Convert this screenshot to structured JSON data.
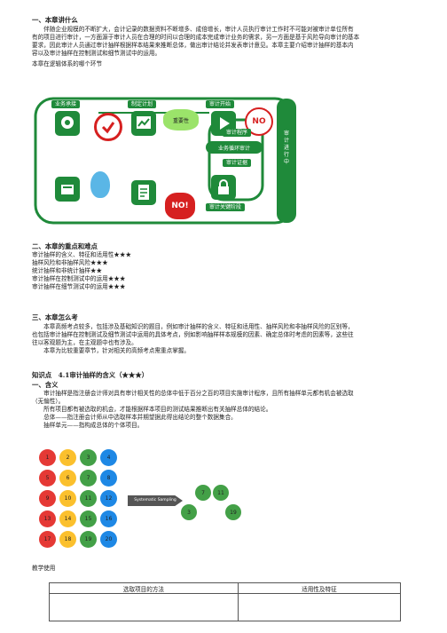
{
  "section1": {
    "heading": "一、本章讲什么",
    "lines": [
      "　　伴随企业规模的不断扩大，会计记录的数据资料不断增多、成倍增长，审计人员执行审计工作时不可能对被审计单位所有",
      "有的项目进行审计，一方面源于审计人员在合理的时间以合理的成本完成审计业务的需求，另一方面是基于风险导向审计的基本",
      "要求，因此审计人员通过审计抽样根据样本结果来推断总体，做出审计结论并发表审计意见。本章主要介绍审计抽样的基本内",
      "容以及审计抽样在控制测试和细节测试中的运用。"
    ],
    "diagram_caption": "本章在逻辑体系的哪个环节"
  },
  "diagram": {
    "labels": {
      "acceptance": "业务承接",
      "planning": "制定计划",
      "materiality": "重要性",
      "audit_start": "审计开始",
      "audit_procedures": "审计程序",
      "business_cycle": "业务循环审计",
      "audit_evidence": "审计证据",
      "key_phase": "审计关键阶段",
      "audit_in_progress": "审计进行中",
      "no_top": "NO",
      "no_bottom": "NO!"
    },
    "colors": {
      "green": "#1f8a3a",
      "red": "#d62020",
      "light_green": "#4caf50"
    }
  },
  "section2": {
    "heading": "二、本章的重点和难点",
    "items": [
      "审计抽样的含义、特征和适用性★★★",
      "抽样风险和非抽样风险★★★",
      "统计抽样和非统计抽样★★",
      "审计抽样在控制测试中的运用★★★",
      "审计抽样在细节测试中的运用★★★"
    ]
  },
  "section3": {
    "heading": "三、本章怎么考",
    "lines": [
      "　　本章高频考点较多，包括涉及基础知识的题目，例如审计抽样的含义、特征和适用性、抽样风险和非抽样风险的区别等，",
      "也包括审计抽样在控制测试及细节测试中运用的具体考点，例如影响抽样样本规模的因素、确定总体时考虑的因素等，这些往",
      "往以客观题为主，在主观题中也有涉及。",
      "　　本章为比较重要章节，针对相关的高频考点需重点掌握。"
    ]
  },
  "knowledge": {
    "heading": "知识点　4.1审计抽样的含义（★★★）",
    "sub": "一、含义",
    "lines": [
      "　　审计抽样是指注册会计师对具有审计相关性的总体中低于百分之百的项目实施审计程序，且所有抽样单元都有机会被选取",
      "（无偏性）。",
      "　　所有项目都有被选取的机会，才能根据样本项目的测试结果推断出有关抽样总体的结论。",
      "　　总体——指注册会计师从中选取样本并期望据此得出结论的整个数据集合。",
      "　　抽样单元——指构成总体的个体项目。"
    ],
    "teaching": "教学使用"
  },
  "sampling_figure": {
    "arrow_label": "Systematic Sampling",
    "population": [
      "1",
      "2",
      "3",
      "4",
      "5",
      "6",
      "7",
      "8",
      "9",
      "10",
      "11",
      "12",
      "13",
      "14",
      "15",
      "16",
      "17",
      "18",
      "19",
      "20"
    ],
    "sample": [
      "7",
      "11",
      "3",
      "19"
    ]
  },
  "table": {
    "headers": [
      "选取项目的方法",
      "适用性及特征"
    ]
  }
}
